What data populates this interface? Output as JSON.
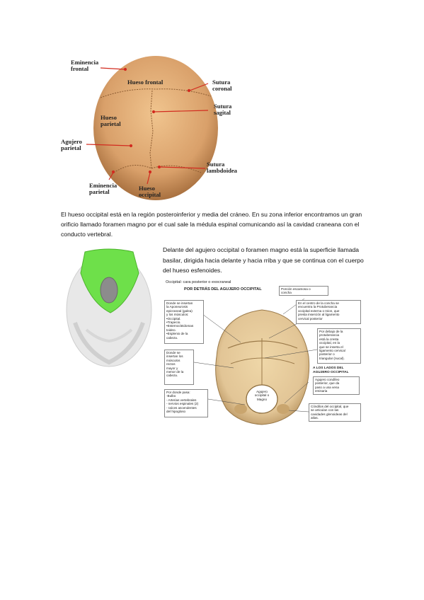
{
  "figure1": {
    "labels": {
      "eminencia_frontal": "Eminencia\nfrontal",
      "hueso_frontal": "Hueso frontal",
      "sutura_coronal": "Sutura\ncoronal",
      "sutura_sagital": "Sutura\nsagital",
      "hueso_parietal": "Hueso\nparietal",
      "agujero_parietal": "Agujero\nparietal",
      "sutura_lambdoidea": "Sutura\nlambdoidea",
      "eminencia_parietal": "Eminencia\nparietal",
      "hueso_occipital": "Hueso\noccipital"
    },
    "colors": {
      "bone": "#d9a06a",
      "arrow": "#d22b1f"
    }
  },
  "paragraph1": "El hueso occipital está en la región posteroinferior y media del cráneo. En su zona inferior encontramos un gran orificio llamado foramen magno por el cual sale la médula espinal comunicando así la cavidad craneana con el conducto vertebral.",
  "paragraph2": "Delante del agujero occipital o foramen magno está la superficie llamada basilar, dirigida hacia delante y hacia rriba y que se continua con el cuerpo del hueso esfenoides.",
  "figure2": {
    "colors": {
      "highlight": "#6ee04a",
      "skull": "#e6e6e6"
    }
  },
  "figure3": {
    "title": "Occipital: cara posterior o exocraneal",
    "subtitle": "POR DETRÁS DEL AGUJERO OCCIPITAL",
    "side_header": "A LOS LADOS DEL\nAGUJERO OCCIPITAL",
    "boxes": {
      "porcion_escamosa": "Porción escamosa o\nconcha",
      "protuberancia": "En el centro de la concha se\nencuentra la Protuberancia\noccipital externa o Inion, que\npresta inserción al ligamento\ncervical posterior",
      "aponeurosis": "Donde se insertan\nla Aponeurosis\nepicraneal (galea)\ny los músculos:\n•Occipital.\n•Trapecio.\n•Esternocleidomas\ntoideo.\n•Esplenio de la\ncabeza.",
      "cresta": "Por debajo de la\nprotuberancia\nestá la cresta\noccipital, en la\nque se inserta el\nligamento cervical\nposterior o\ntriangular (nucal).",
      "rectos": "Donde se\ninsertan los\nmúsculos\nrectos\nmayor y\nmenor de la\ncabeza.",
      "condilos": "Agujero condíleo\nposterior, que da\npaso a una vena\nemisaria",
      "pasa": "Por donde pasa:\n-Bulbo\n- Arterias vertebrales\n- nervios espinales (2)\n- raíces ascendentes\ndel hipogloso",
      "agujero_magno": "Agujero\noccipital o\nMagno",
      "condilos_occipital": "Cóndilos del occipital, que\nse articulan con las\ncavidades glenoideas del\natlas."
    },
    "colors": {
      "bone": "#e2c596",
      "bone_dark": "#b89460"
    }
  }
}
